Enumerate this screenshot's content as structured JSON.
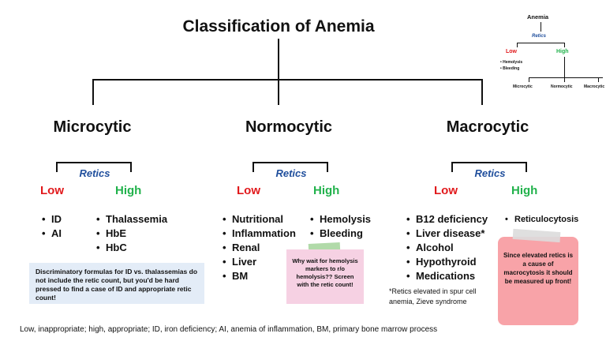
{
  "title": "Classification of Anemia",
  "mini": {
    "title": "Anemia",
    "retics": "Retics",
    "low": "Low",
    "high": "High",
    "low_items": [
      "Hemolysis",
      "Bleeding"
    ],
    "high_items": [
      "Microcytic",
      "Normocytic",
      "Macrocytic"
    ]
  },
  "columns": [
    {
      "name": "Microcytic",
      "retics": "Retics",
      "low_label": "Low",
      "high_label": "High",
      "low_items": [
        "ID",
        "AI"
      ],
      "high_items": [
        "Thalassemia",
        "HbE",
        "HbC"
      ]
    },
    {
      "name": "Normocytic",
      "retics": "Retics",
      "low_label": "Low",
      "high_label": "High",
      "low_items": [
        "Nutritional",
        "Inflammation",
        "Renal",
        "Liver",
        "BM"
      ],
      "high_items": [
        "Hemolysis",
        "Bleeding"
      ]
    },
    {
      "name": "Macrocytic",
      "retics": "Retics",
      "low_label": "Low",
      "high_label": "High",
      "low_items": [
        "B12 deficiency",
        "Liver disease*",
        "Alcohol",
        "Hypothyroid",
        "Medications"
      ],
      "high_items": [
        "Reticulocytosis"
      ]
    }
  ],
  "notes": {
    "micro": "Discriminatory formulas for ID vs. thalassemias do not include the retic count, but you'd be hard pressed to find a case of ID and appropriate retic count!",
    "normo": "Why wait for hemolysis markers to r/o hemolysis?? Screen with the retic count!",
    "macro": "Since elevated retics is a cause of macrocytosis it should be measured up front!",
    "footnote": "*Retics elevated in spur cell anemia, Zieve syndrome"
  },
  "footer": "Low, inappropriate; high, appropriate; ID, iron deficiency; AI, anemia of inflammation, BM, primary bone marrow process",
  "colors": {
    "retics": "#1f4e9c",
    "low": "#e1191c",
    "high": "#22b24c",
    "note_blue": "#e3ecf7",
    "note_pink": "#f6d1e3",
    "note_red": "#f8a3a8"
  }
}
